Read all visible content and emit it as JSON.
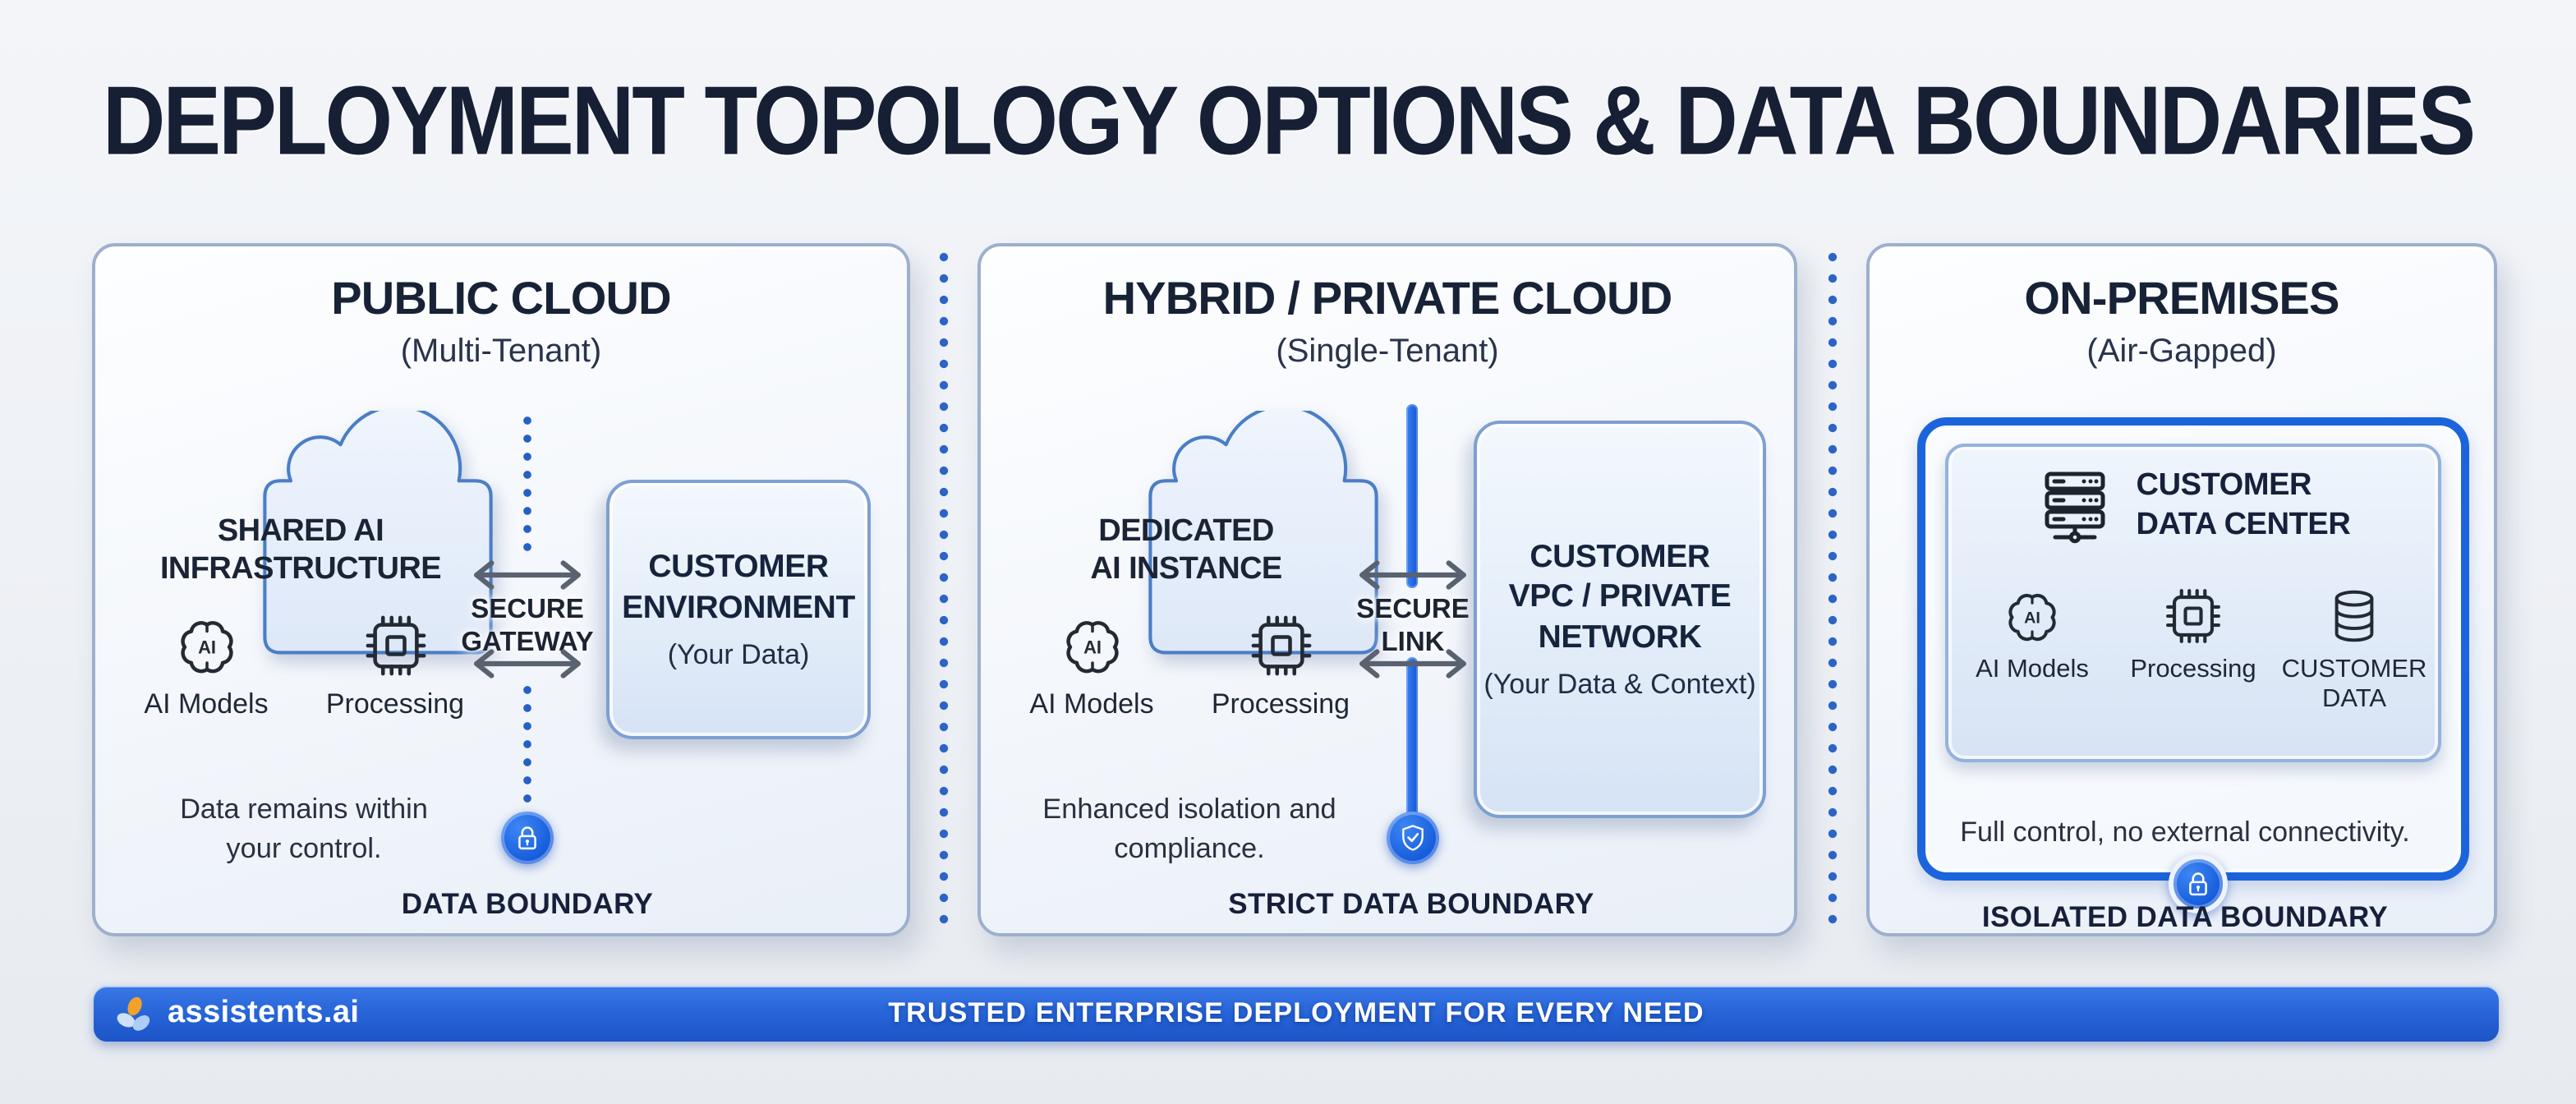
{
  "title": "DEPLOYMENT TOPOLOGY OPTIONS & DATA BOUNDARIES",
  "panels": [
    {
      "title": "PUBLIC CLOUD",
      "subtitle": "(Multi-Tenant)",
      "cloud": {
        "name_line1": "SHARED AI",
        "name_line2": "INFRASTRUCTURE",
        "ai_label": "AI Models",
        "processing_label": "Processing"
      },
      "link": {
        "word1": "SECURE",
        "word2": "GATEWAY"
      },
      "target": {
        "name_line1": "CUSTOMER",
        "name_line2": "ENVIRONMENT",
        "sub": "(Your Data)"
      },
      "caption_line1": "Data remains within",
      "caption_line2": "your control.",
      "boundary_label": "DATA BOUNDARY"
    },
    {
      "title": "HYBRID / PRIVATE CLOUD",
      "subtitle": "(Single-Tenant)",
      "cloud": {
        "name_line1": "DEDICATED",
        "name_line2": "AI INSTANCE",
        "ai_label": "AI Models",
        "processing_label": "Processing"
      },
      "link": {
        "word1": "SECURE",
        "word2": "LINK"
      },
      "target": {
        "name_line1": "CUSTOMER",
        "name_line2": "VPC / PRIVATE",
        "name_line3": "NETWORK",
        "sub": "(Your Data & Context)"
      },
      "caption_line1": "Enhanced isolation and",
      "caption_line2": "compliance.",
      "boundary_label": "STRICT DATA BOUNDARY"
    },
    {
      "title": "ON-PREMISES",
      "subtitle": "(Air-Gapped)",
      "datacenter": {
        "name_line1": "CUSTOMER",
        "name_line2": "DATA CENTER",
        "ai_label": "AI Models",
        "processing_label": "Processing",
        "data_line1": "CUSTOMER",
        "data_line2": "DATA"
      },
      "caption_line1": "Full control, no external connectivity.",
      "boundary_label": "ISOLATED DATA BOUNDARY"
    }
  ],
  "footer": {
    "brand": "assistents.ai",
    "tagline": "TRUSTED ENTERPRISE DEPLOYMENT FOR EVERY NEED"
  },
  "colors": {
    "accent_blue": "#1b64dc",
    "dot_blue": "#2c63c6",
    "icon_ink": "#232a33",
    "title_ink": "#161f34",
    "footer_blue": "#2563d6"
  }
}
